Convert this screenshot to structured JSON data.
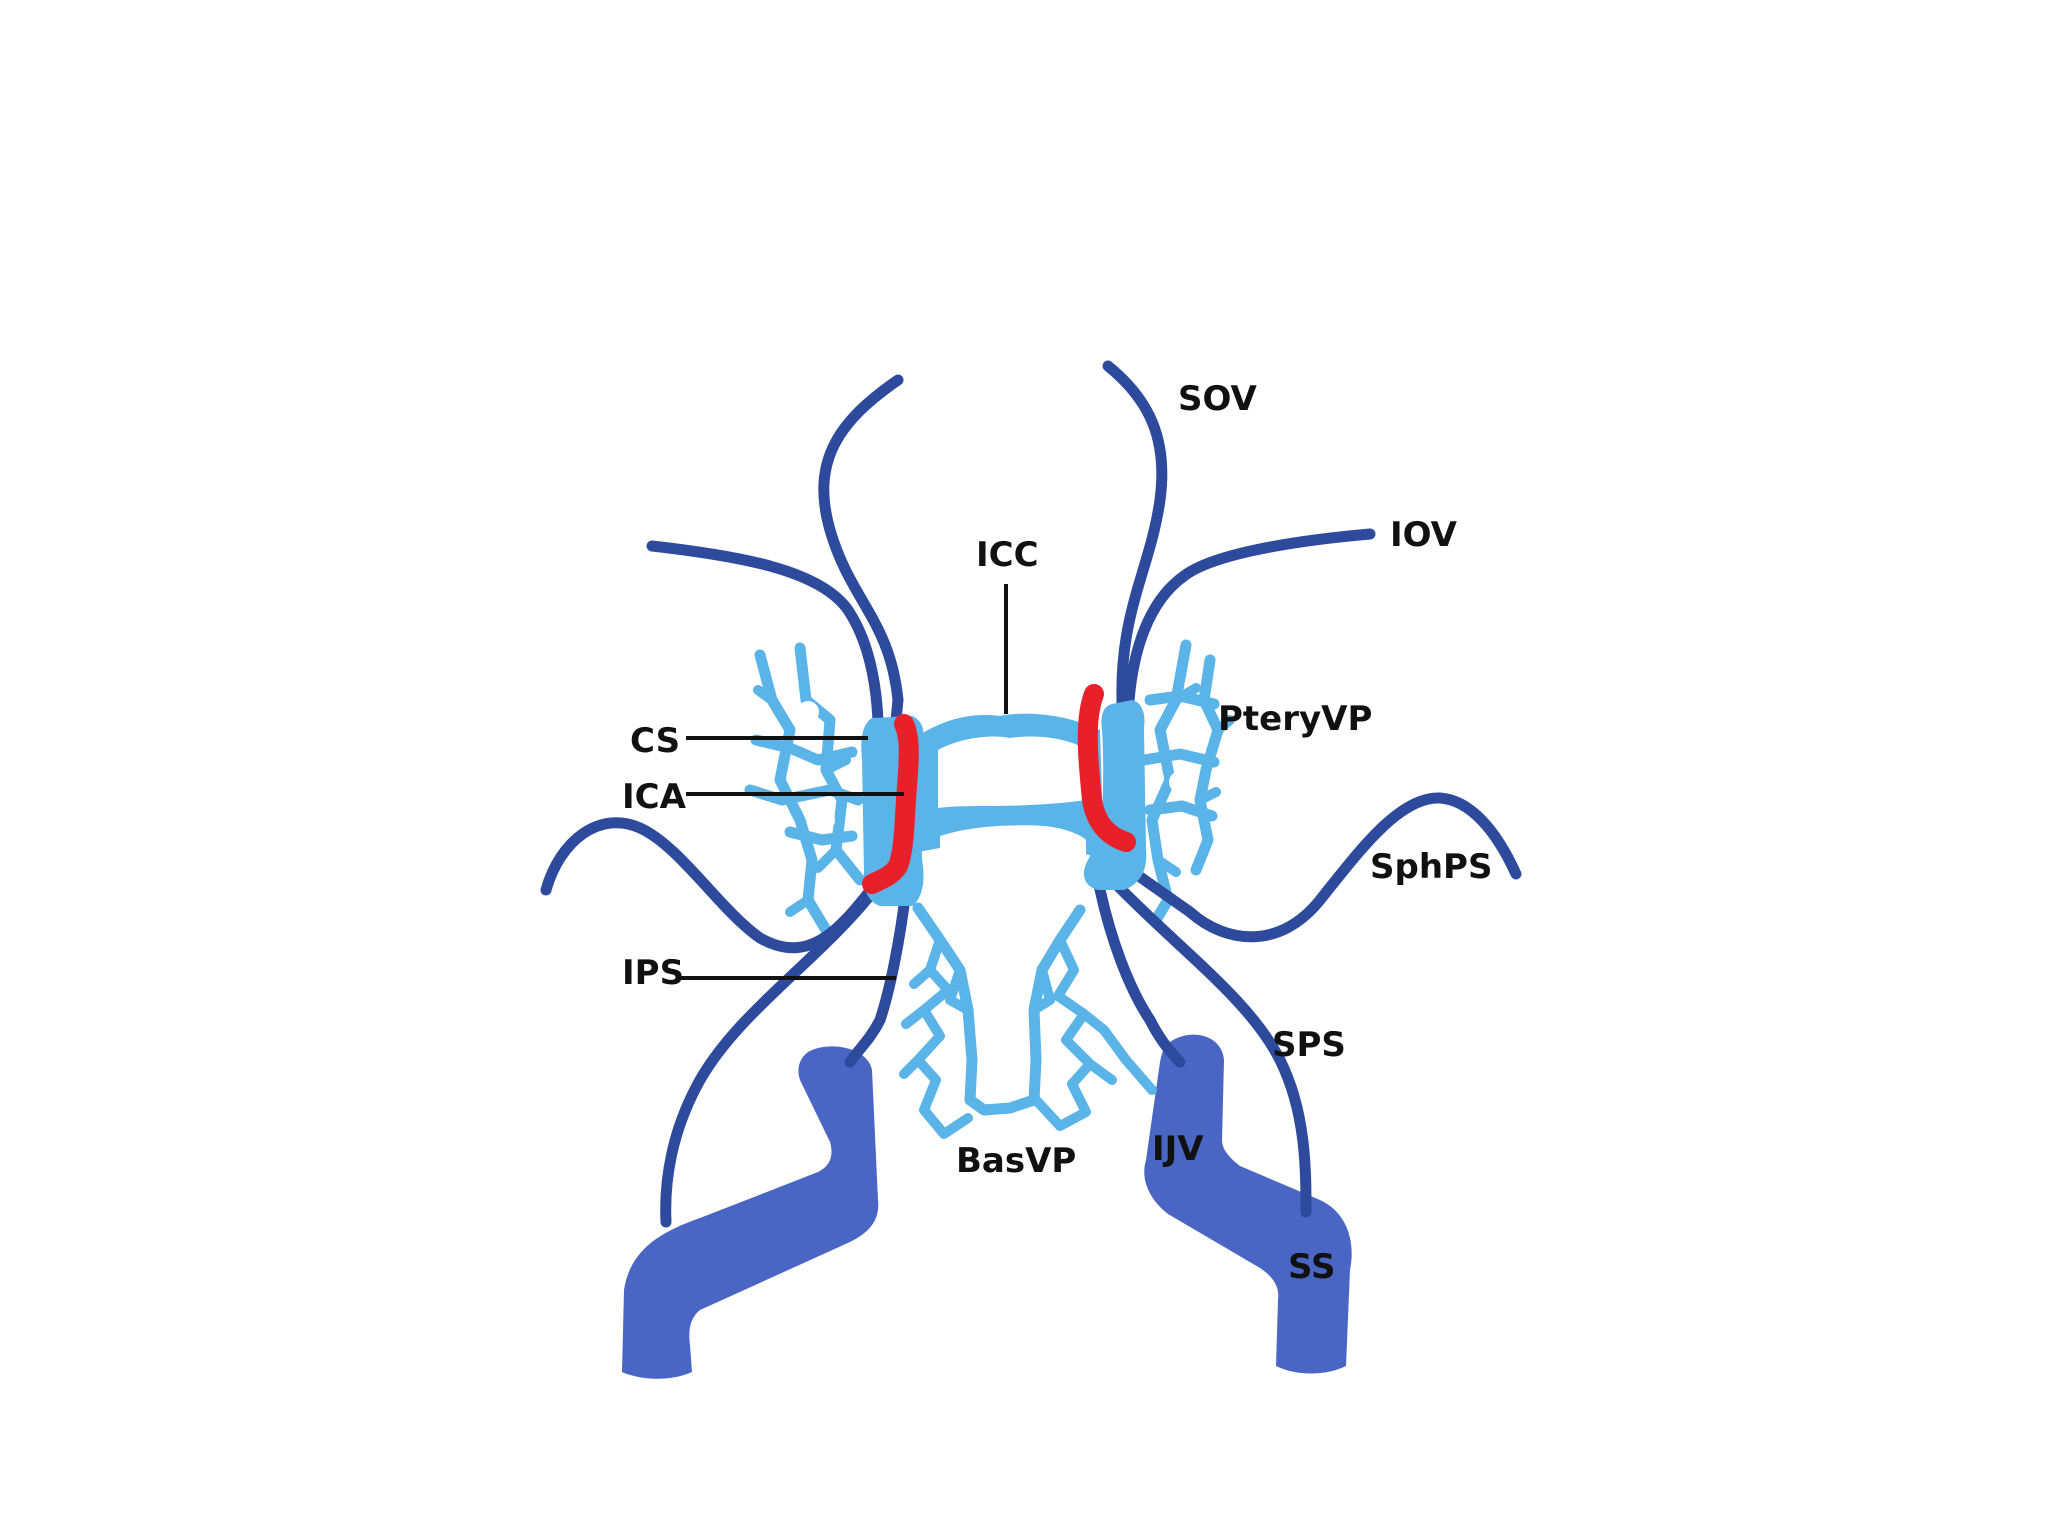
{
  "labels": {
    "sov": "SOV",
    "iov": "IOV",
    "icc": "ICC",
    "ptery_vp": "PteryVP",
    "cs": "CS",
    "ica": "ICA",
    "sph_ps": "SphPS",
    "ips": "IPS",
    "sps": "SPS",
    "bas_vp": "BasVP",
    "ijv": "IJV",
    "ss": "SS"
  },
  "colors": {
    "dark_vein": "#2e4a9c",
    "large_vein": "#4a66c4",
    "light_sinus": "#5ab4e8",
    "artery": "#e8202a",
    "background": "#ffffff"
  }
}
